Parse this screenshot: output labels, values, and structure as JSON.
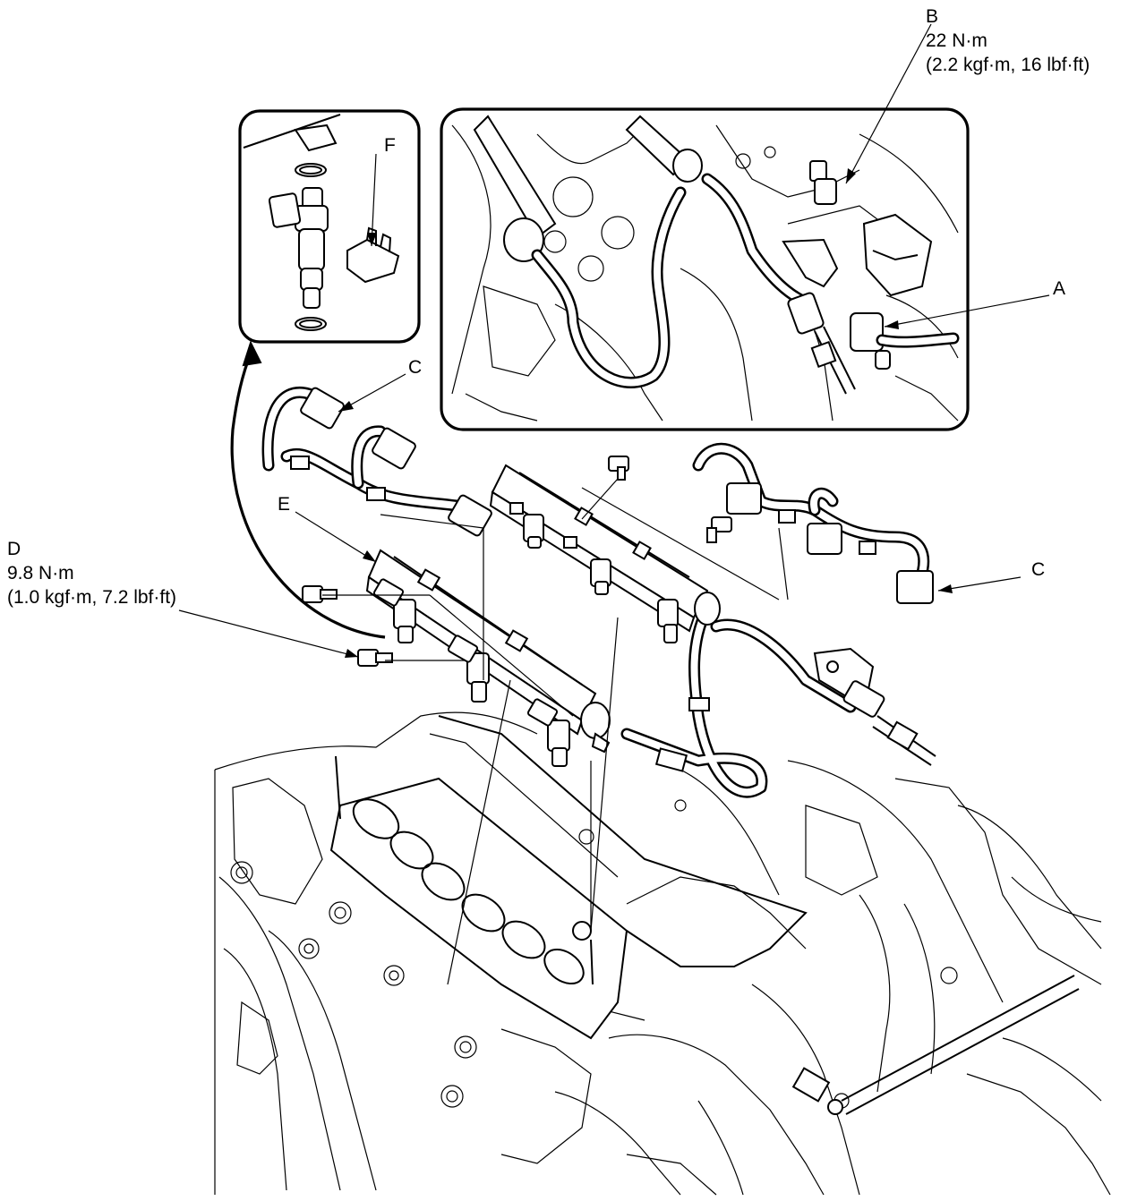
{
  "callouts": {
    "A": {
      "letter": "A"
    },
    "B": {
      "letter": "B",
      "torque_nm": "22 N·m",
      "torque_alt": "(2.2 kgf·m, 16 lbf·ft)"
    },
    "C": {
      "letter": "C"
    },
    "D": {
      "letter": "D",
      "torque_nm": "9.8 N·m",
      "torque_alt": "(1.0 kgf·m, 7.2 lbf·ft)"
    },
    "E": {
      "letter": "E"
    },
    "F": {
      "letter": "F"
    }
  }
}
